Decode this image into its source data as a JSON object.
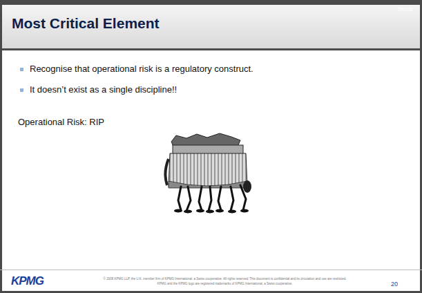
{
  "diagram": {
    "title": "Most Critical Element",
    "labels": [
      "DF026",
      "Recognise that operational risk is a regulatory construct.",
      "It doesn’t exist as a single discipline!!",
      "Operational Risk:  RIP",
      "KPMG",
      "© 2008 KPMG LLP, the U.K. member firm of KPMG International, a Swiss cooperative. All rights reserved. This document is confidential and its circulation and use are restricted.",
      "KPMG and the KPMG logo are registered trademarks of KPMG International, a Swiss cooperative.",
      "20"
    ]
  }
}
